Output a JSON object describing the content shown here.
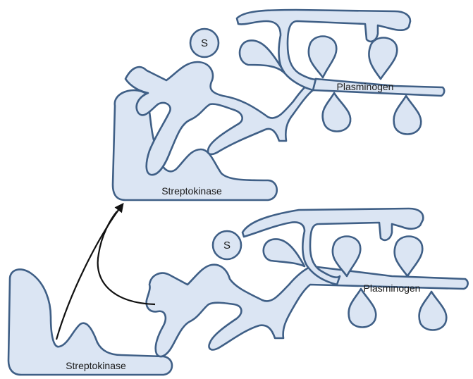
{
  "top_complex": {
    "streptokinase_label": "Streptokinase",
    "plasminogen_label": "Plasminogen",
    "substrate_label": "S"
  },
  "bottom_complex": {
    "streptokinase_label": "Streptokinase",
    "plasminogen_label": "Plasminogen",
    "substrate_label": "S"
  },
  "colors": {
    "protein_fill": "#dbe5f3",
    "protein_outline": "#3f5f86",
    "arrow": "#111111"
  }
}
